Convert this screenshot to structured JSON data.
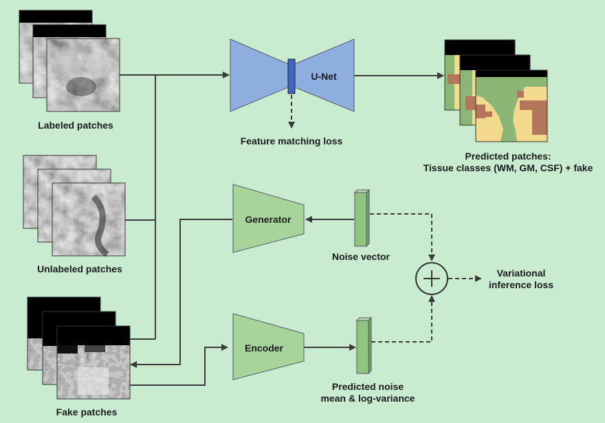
{
  "labels": {
    "labeled_patches": "Labeled patches",
    "unlabeled_patches": "Unlabeled patches",
    "fake_patches": "Fake patches",
    "unet": "U-Net",
    "feature_matching_loss": "Feature matching loss",
    "predicted_patches_line1": "Predicted patches:",
    "predicted_patches_line2": "Tissue classes (WM, GM, CSF) + fake",
    "generator": "Generator",
    "noise_vector": "Noise vector",
    "encoder": "Encoder",
    "predicted_noise_line1": "Predicted noise",
    "predicted_noise_line2": "mean & log-variance",
    "variational_line1": "Variational",
    "variational_line2": "inference loss"
  },
  "colors": {
    "background": "#c9ecd0",
    "unet_fill": "#8faee0",
    "unet_bottleneck": "#3e66c2",
    "generator_fill": "#a7d49a",
    "noise_bar": "#8fc57f",
    "seg_wm": "#f2d98e",
    "seg_gm": "#8bb676",
    "seg_csf": "#b3765a"
  },
  "icons": {
    "sum_node": "plus-circle-icon"
  }
}
